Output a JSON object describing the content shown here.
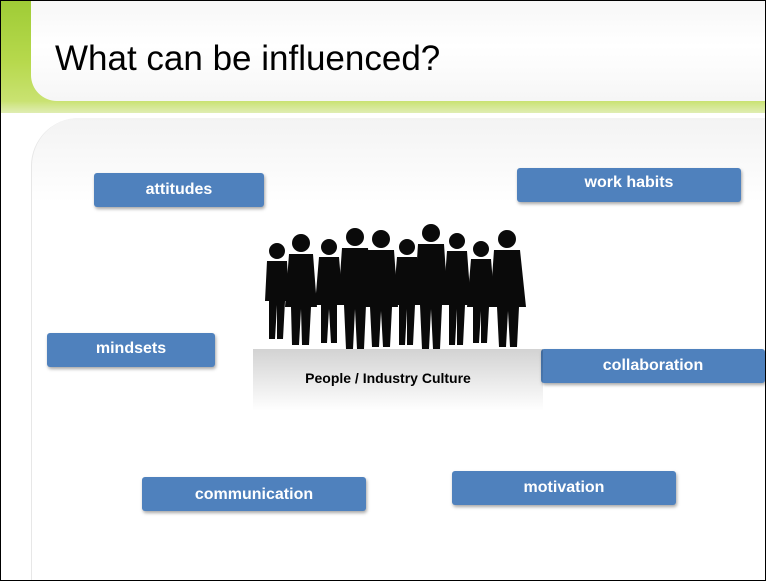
{
  "slide": {
    "title": "What can be influenced?",
    "center_label": "People / Industry Culture",
    "tags": {
      "attitudes": "attitudes",
      "work_habits": "work habits",
      "mindsets": "mindsets",
      "collaboration": "collaboration",
      "communication": "communication",
      "motivation": "motivation"
    },
    "colors": {
      "tag_fill": "#4f81bd",
      "accent_green": "#a6cf3b"
    },
    "image": "silhouette-crowd"
  }
}
